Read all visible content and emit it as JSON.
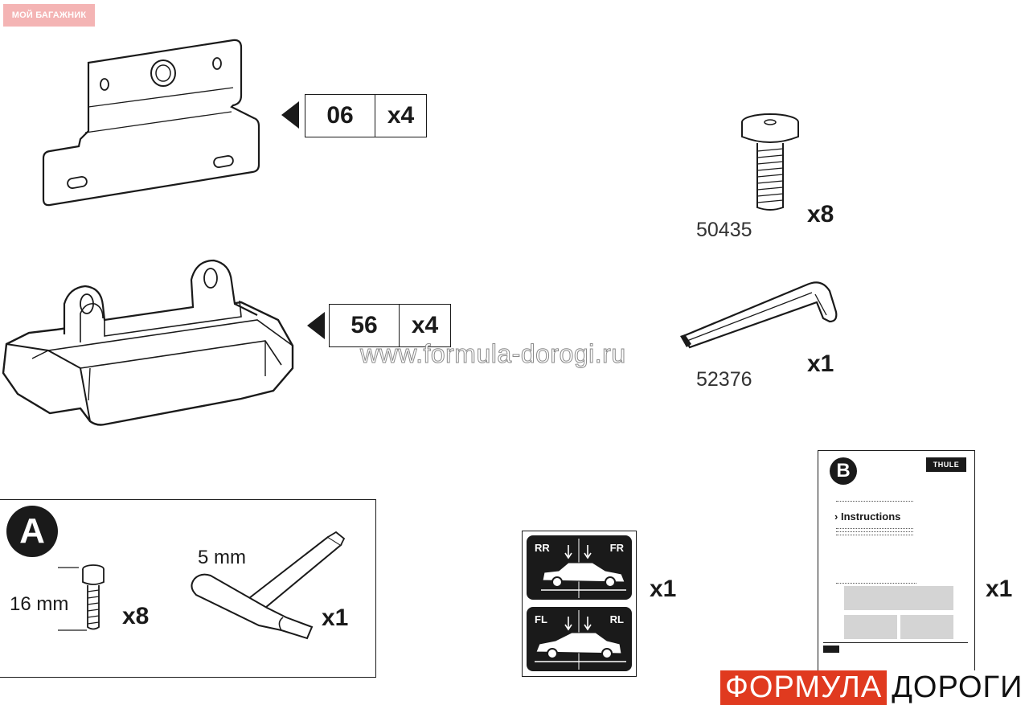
{
  "header_tag": "МОЙ БАГАЖНИК",
  "watermark": "www.formula-dorogi.ru",
  "parts": {
    "bracket": {
      "code": "06",
      "qty": "x4"
    },
    "foot": {
      "code": "56",
      "qty": "x4"
    },
    "screw": {
      "part_no": "50435",
      "qty": "x8"
    },
    "key": {
      "part_no": "52376",
      "qty": "x1"
    }
  },
  "tools_box": {
    "letter": "A",
    "screw_length": "16 mm",
    "screw_qty": "x8",
    "wrench_size": "5 mm",
    "wrench_qty": "x1"
  },
  "sticker": {
    "top_left": "RR",
    "top_right": "FR",
    "bottom_left": "FL",
    "bottom_right": "RL",
    "qty": "x1"
  },
  "manual": {
    "letter": "B",
    "logo": "THULE",
    "title": "Instructions",
    "qty": "x1"
  },
  "brand": {
    "red_part": "ФОРМУЛА",
    "black_part": "ДОРОГИ"
  },
  "colors": {
    "brand_red": "#e03a1f",
    "tag_pink": "#f4b4b4",
    "ink": "#1a1a1a"
  }
}
